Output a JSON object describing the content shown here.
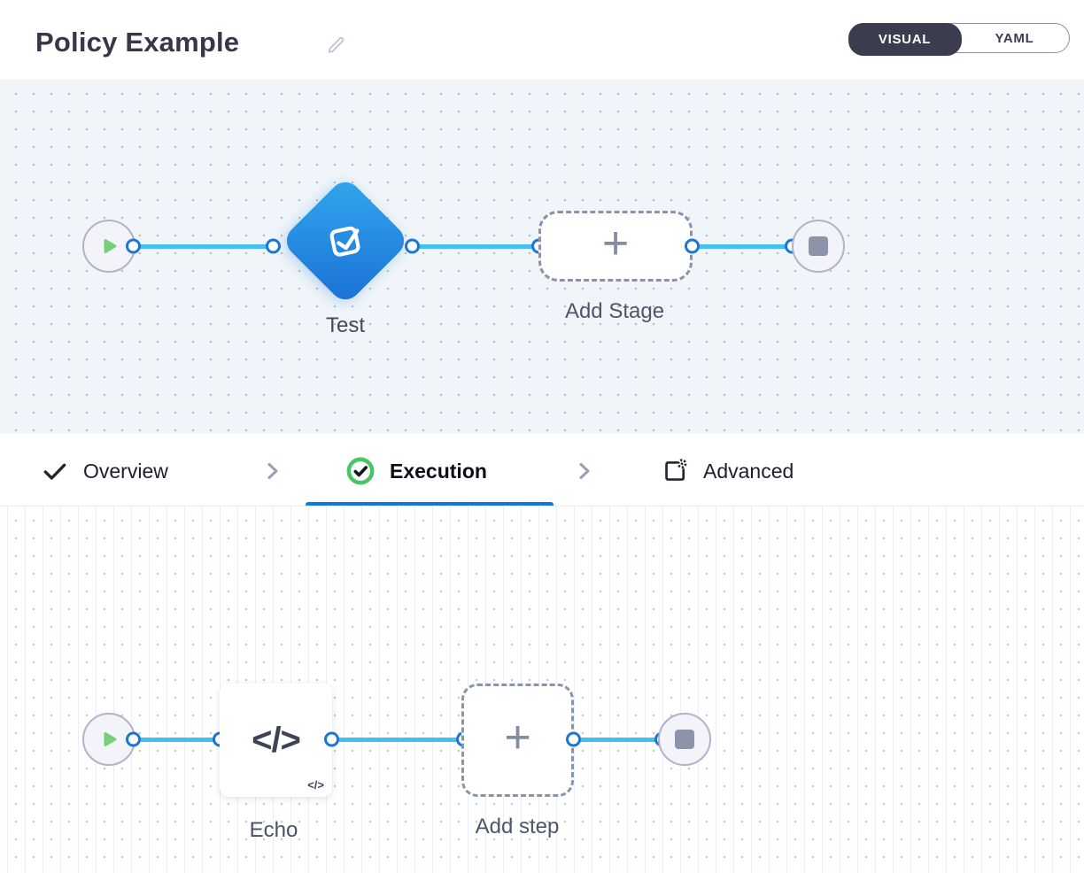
{
  "header": {
    "title": "Policy Example",
    "mode_toggle": {
      "visual_label": "VISUAL",
      "yaml_label": "YAML",
      "active": "VISUAL"
    }
  },
  "stage_pipeline": {
    "stage_label": "Test",
    "add_stage_label": "Add Stage",
    "plus": "+"
  },
  "tabs": {
    "overview": "Overview",
    "execution": "Execution",
    "advanced": "Advanced",
    "active": "Execution"
  },
  "step_pipeline": {
    "step_label": "Echo",
    "step_icon_text": "</>",
    "step_mini_icon_text": "</>",
    "add_step_label": "Add step",
    "plus": "+"
  },
  "icons": {
    "edit": "pencil-icon",
    "stage": "check-square-icon",
    "start": "play-icon",
    "end": "stop-icon",
    "add": "plus-icon",
    "overview": "check-icon",
    "execution": "check-circle-icon",
    "advanced": "gear-panel-icon",
    "separator": "chevron-right-icon"
  },
  "colors": {
    "accent_blue": "#0b79e0",
    "edge_blue": "#47bef2",
    "edge_port_blue": "#1b76d3",
    "diamond_gradient_start": "#31a8ed",
    "diamond_gradient_end": "#1a70d5",
    "success_green": "#4ac566",
    "play_green": "#76d07a",
    "toggle_dark": "#3b3d4f",
    "canvas_top_bg": "#eff5f9",
    "canvas_bottom_bg": "#ffffff"
  }
}
